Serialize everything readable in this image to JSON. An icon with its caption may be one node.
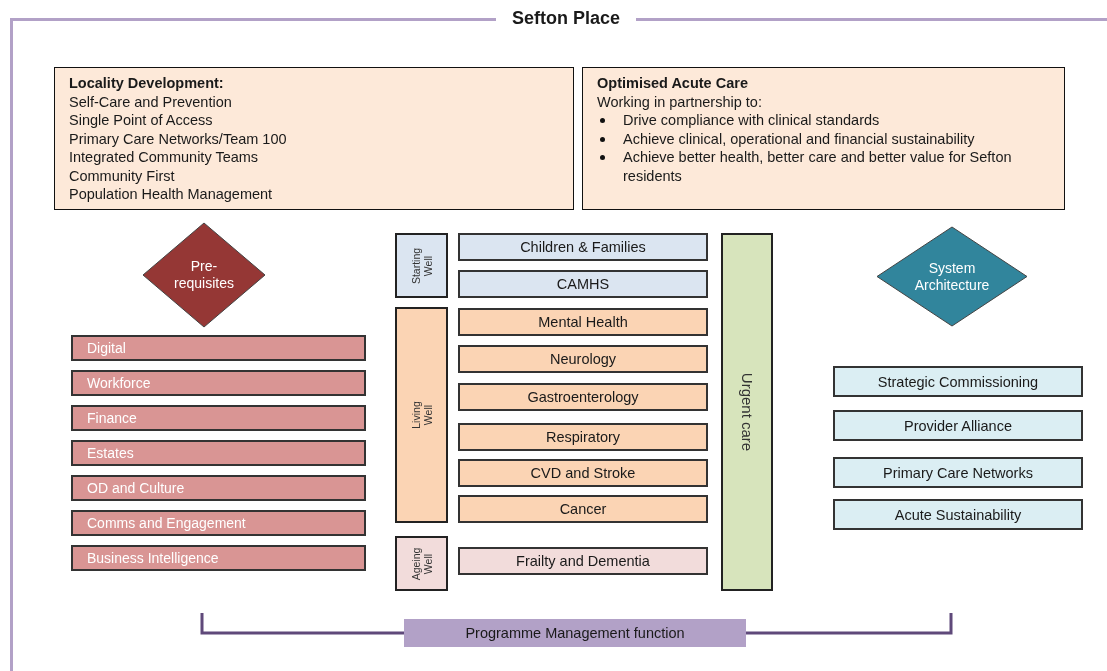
{
  "diagram": {
    "nodes": [
      {
        "text": [
          "Sefton Place"
        ]
      },
      {
        "text": [
          "Locality Development:",
          "Self-Care and Prevention",
          "Single Point of Access",
          "Primary Care Networks/Team 100",
          "Integrated Community Teams",
          "Community First",
          "Population Health Management"
        ],
        "in": 0
      },
      {
        "text": [
          "Optimised Acute Care",
          "Working in partnership to:",
          "Drive compliance with clinical standards",
          "Achieve clinical, operational and financial sustainability",
          "Achieve better health, better care and better value for Sefton residents"
        ],
        "in": 0
      },
      {
        "text": [
          "Pre- requisites"
        ],
        "in": 0
      },
      {
        "text": [
          "Digital"
        ],
        "in": 0
      },
      {
        "text": [
          "Workforce"
        ],
        "in": 0
      },
      {
        "text": [
          "Finance"
        ],
        "in": 0
      },
      {
        "text": [
          "Estates"
        ],
        "in": 0
      },
      {
        "text": [
          "OD and Culture"
        ],
        "in": 0
      },
      {
        "text": [
          "Comms and Engagement"
        ],
        "in": 0
      },
      {
        "text": [
          "Business Intelligence"
        ],
        "in": 0
      },
      {
        "text": [
          "Starting Well"
        ],
        "in": 0
      },
      {
        "text": [
          "Children & Families"
        ],
        "in": 0
      },
      {
        "text": [
          "CAMHS"
        ],
        "in": 0
      },
      {
        "text": [
          "Living Well"
        ],
        "in": 0
      },
      {
        "text": [
          "Mental Health"
        ],
        "in": 0
      },
      {
        "text": [
          "Neurology"
        ],
        "in": 0
      },
      {
        "text": [
          "Gastroenterology"
        ],
        "in": 0
      },
      {
        "text": [
          "Respiratory"
        ],
        "in": 0
      },
      {
        "text": [
          "CVD and Stroke"
        ],
        "in": 0
      },
      {
        "text": [
          "Cancer"
        ],
        "in": 0
      },
      {
        "text": [
          "Ageing Well"
        ],
        "in": 0
      },
      {
        "text": [
          "Frailty and Dementia"
        ],
        "in": 0
      },
      {
        "text": [
          "Urgent care"
        ],
        "in": 0
      },
      {
        "text": [
          "System Architecture"
        ],
        "in": 0
      },
      {
        "text": [
          "Strategic Commissioning"
        ],
        "in": 0
      },
      {
        "text": [
          "Provider Alliance"
        ],
        "in": 0
      },
      {
        "text": [
          "Primary Care Networks"
        ],
        "in": 0
      },
      {
        "text": [
          "Acute Sustainability"
        ],
        "in": 0
      },
      {
        "text": [
          "Programme Management function"
        ],
        "in": 0
      }
    ]
  }
}
